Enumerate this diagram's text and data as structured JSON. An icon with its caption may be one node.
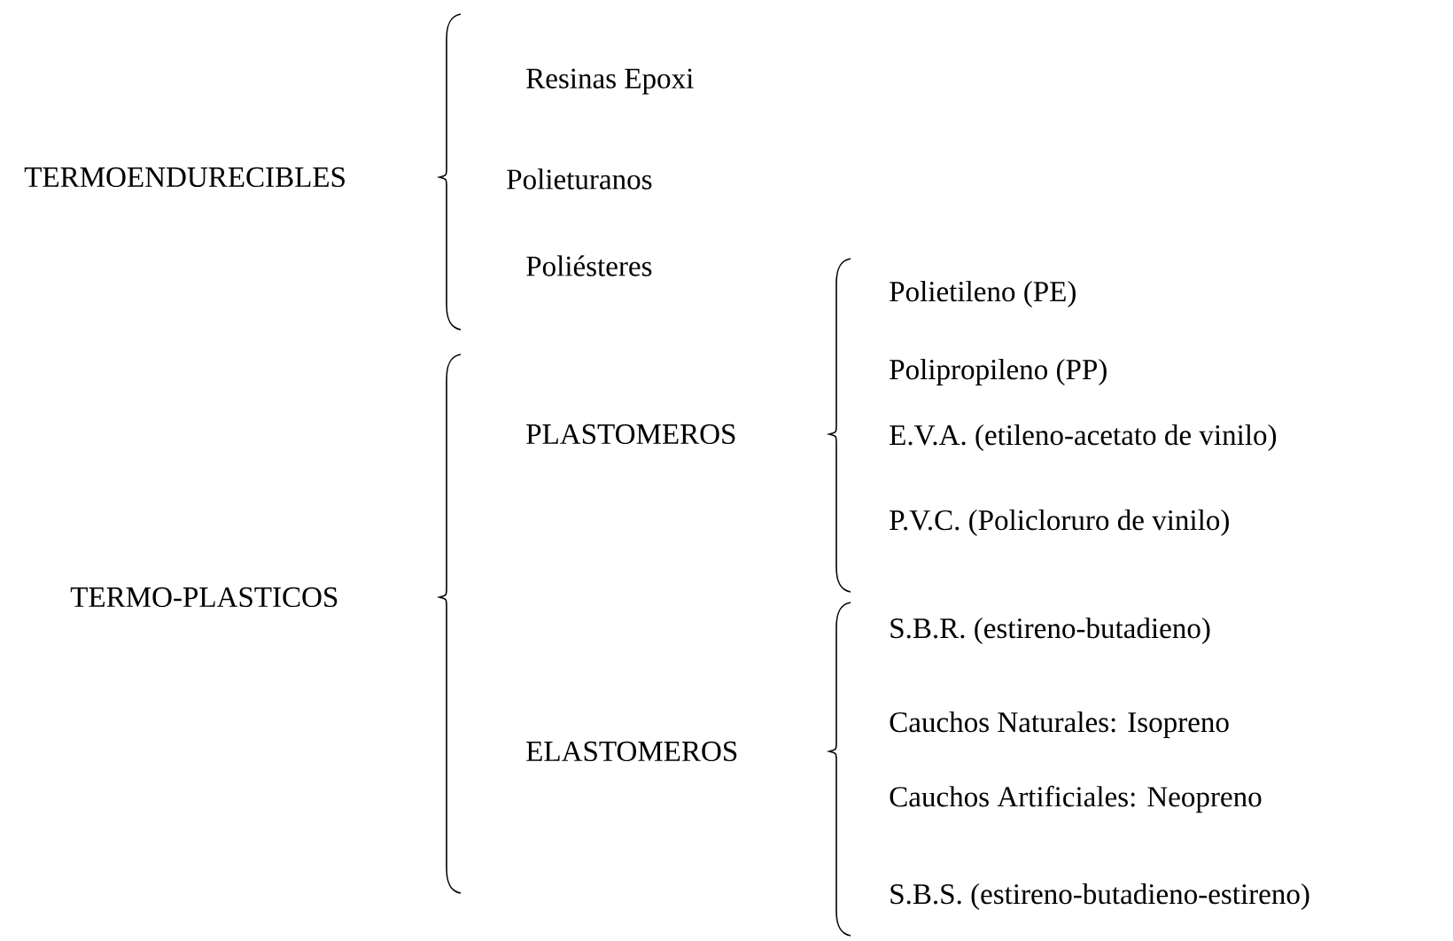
{
  "diagram": {
    "labels": [
      "TERMOENDURECIBLES",
      "Resinas Epoxi",
      "Polieturanos",
      "Poliésteres",
      "TERMO-PLASTICOS",
      "PLASTOMEROS",
      "ELASTOMEROS",
      "Polietileno (PE)",
      "Polipropileno (PP)",
      "E.V.A. (etileno-acetato de vinilo)",
      "P.V.C. (Policloruro de vinilo)",
      "S.B.R. (estireno-butadieno)",
      "Cauchos Naturales: Isopreno",
      "Cauchos Artificiales: Neopreno",
      "S.B.S. (estireno-butadieno-estireno)"
    ]
  }
}
